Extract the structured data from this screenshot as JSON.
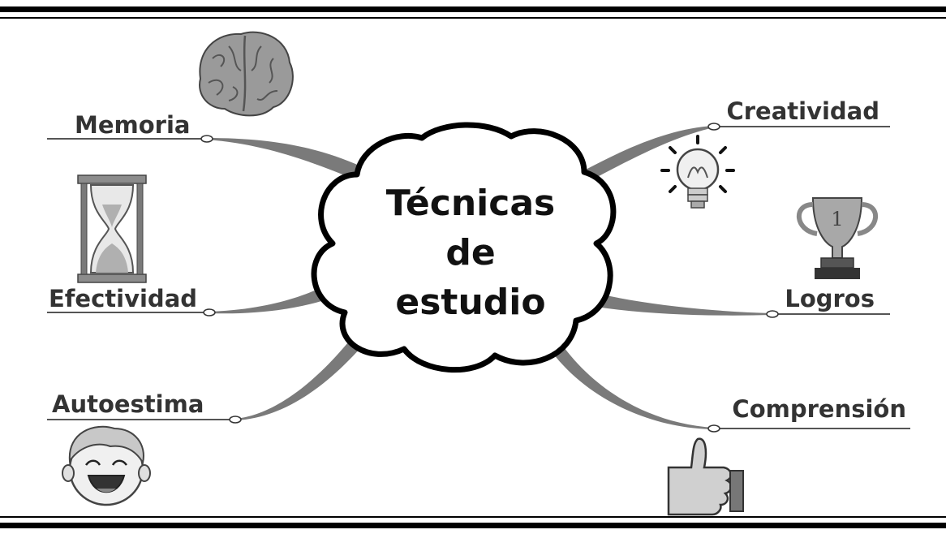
{
  "center": {
    "line1": "Técnicas",
    "line2": "de",
    "line3": "estudio"
  },
  "branches": {
    "memoria": "Memoria",
    "efectividad": "Efectividad",
    "autoestima": "Autoestima",
    "creatividad": "Creatividad",
    "logros": "Logros",
    "comprension": "Comprensión"
  },
  "icons": {
    "memoria": "brain-icon",
    "efectividad": "hourglass-icon",
    "autoestima": "smiling-face-icon",
    "creatividad": "lightbulb-icon",
    "logros": "trophy-icon",
    "comprension": "thumbs-up-icon"
  },
  "trophy_badge": "1",
  "colors": {
    "branch": "#7a7a7a",
    "underline": "#555555",
    "text": "#333333",
    "cloud_fill": "#ffffff",
    "cloud_stroke": "#000000"
  }
}
